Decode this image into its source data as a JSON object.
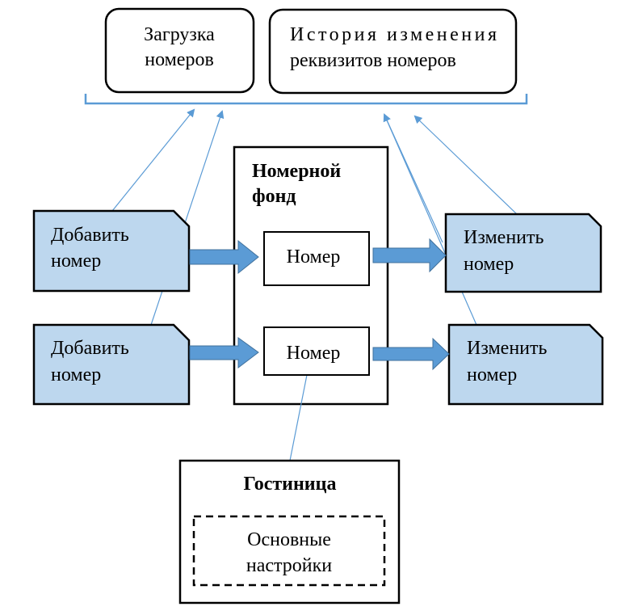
{
  "top_boxes": {
    "load": {
      "lines": [
        "Загрузка",
        "номеров"
      ]
    },
    "history": {
      "lines": [
        "История изменения",
        "реквизитов номеров"
      ]
    }
  },
  "room_fund": {
    "title_lines": [
      "Номерной",
      "фонд"
    ],
    "rooms": [
      {
        "label": "Номер"
      },
      {
        "label": "Номер"
      }
    ]
  },
  "add_actions": [
    {
      "lines": [
        "Добавить",
        "номер"
      ]
    },
    {
      "lines": [
        "Добавить",
        "номер"
      ]
    }
  ],
  "edit_actions": [
    {
      "lines": [
        "Изменить",
        "номер"
      ]
    },
    {
      "lines": [
        "Изменить",
        "номер"
      ]
    }
  ],
  "hotel": {
    "title": "Гостиница",
    "settings_lines": [
      "Основные",
      "настройки"
    ]
  },
  "colors": {
    "connector": "#5b9bd5",
    "action_fill": "#bdd7ee",
    "arrow_fill": "#5b9bd5",
    "arrow_stroke": "#41719c"
  }
}
